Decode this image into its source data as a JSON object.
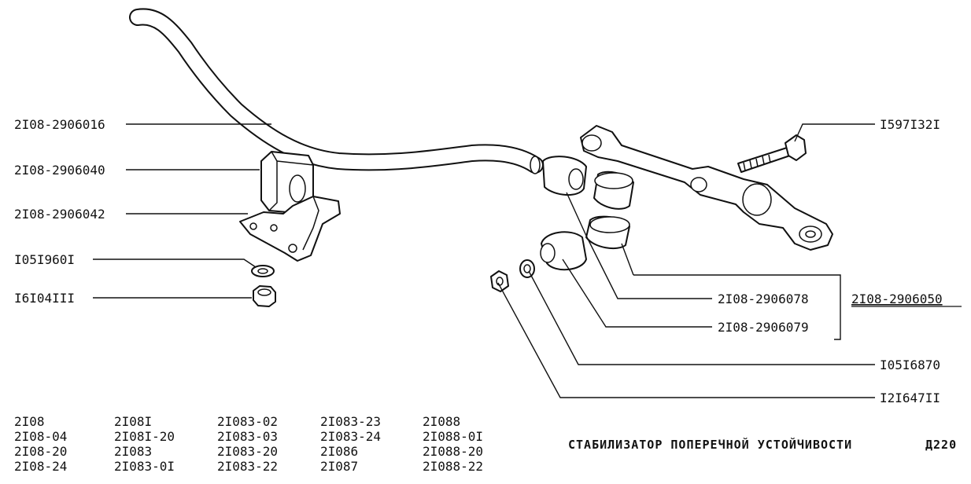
{
  "labels_left": [
    {
      "id": "bar",
      "text": "2I08-2906016"
    },
    {
      "id": "cushion",
      "text": "2I08-2906040"
    },
    {
      "id": "bracket",
      "text": "2I08-2906042"
    },
    {
      "id": "washer",
      "text": "I05I960I"
    },
    {
      "id": "nut",
      "text": "I6I04III"
    }
  ],
  "labels_right": [
    {
      "id": "bolt",
      "text": "I597I32I"
    },
    {
      "id": "bush-078",
      "text": "2I08-2906078"
    },
    {
      "id": "bush-079",
      "text": "2I08-2906079"
    },
    {
      "id": "washer-2",
      "text": "I05I6870"
    },
    {
      "id": "nut-2",
      "text": "I2I647II"
    }
  ],
  "group_label": "2I08-2906050",
  "models": [
    [
      "2I08",
      "2I08-04",
      "2I08-20",
      "2I08-24"
    ],
    [
      "2I08I",
      "2I08I-20",
      "2I083",
      "2I083-0I"
    ],
    [
      "2I083-02",
      "2I083-03",
      "2I083-20",
      "2I083-22"
    ],
    [
      "2I083-23",
      "2I083-24",
      "2I086",
      "2I087"
    ],
    [
      "2I088",
      "2I088-0I",
      "2I088-20",
      "2I088-22"
    ]
  ],
  "title": "СТАБИЛИЗАТОР ПОПЕРЕЧНОЙ УСТОЙЧИВОСТИ",
  "page_code": "Д220"
}
